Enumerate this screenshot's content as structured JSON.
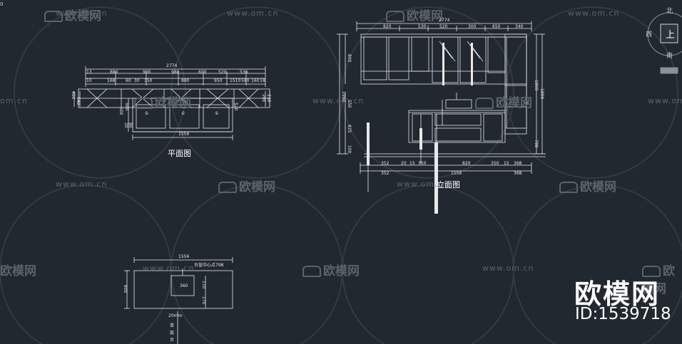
{
  "watermarks": {
    "url": "www.om.cn",
    "url_partial": "om.cn",
    "brand": "欧模网"
  },
  "brand_overlay": {
    "name": "欧模网",
    "id_text": "ID:1539718"
  },
  "compass": {
    "north": "北",
    "west": "西",
    "south": "南",
    "up": "上",
    "corner": "0"
  },
  "plan_view": {
    "title": "平面图",
    "overall_width": "2774",
    "top_dims": [
      "13",
      "880",
      "900",
      "980",
      "600",
      "520",
      "536"
    ],
    "second_dims": [
      "10",
      "168",
      "60",
      "30",
      "350",
      "880",
      "950",
      "1510",
      "580",
      "160",
      "18"
    ],
    "bottom_dim": "1556",
    "left_dims": [
      "400",
      "540",
      "600",
      "20",
      "90"
    ],
    "right_dims": [
      "200",
      "230"
    ],
    "circle_marks": [
      "①",
      "①",
      "①"
    ],
    "side_marks": [
      "580",
      "520"
    ]
  },
  "elevation_view": {
    "title": "立面图",
    "top_overall": "2774",
    "top_dims": [
      "820",
      "530",
      "520",
      "300",
      "650",
      "340"
    ],
    "left_dims": [
      "800",
      "550",
      "1990",
      "825",
      "100"
    ],
    "right_dims": [
      "1800",
      "1890",
      "788"
    ],
    "bottom_row1": [
      "352",
      "20",
      "15",
      "350",
      "820",
      "350",
      "15",
      "368"
    ],
    "bottom_row2": [
      "352",
      "1556",
      "368"
    ]
  },
  "counter_view": {
    "overall_width": "1556",
    "note": "台盆中心点798",
    "depth": "600",
    "basin": "360",
    "right_dims": [
      "110",
      "170"
    ],
    "vertical_note": [
      "20mm",
      "单",
      "层",
      "台"
    ]
  }
}
